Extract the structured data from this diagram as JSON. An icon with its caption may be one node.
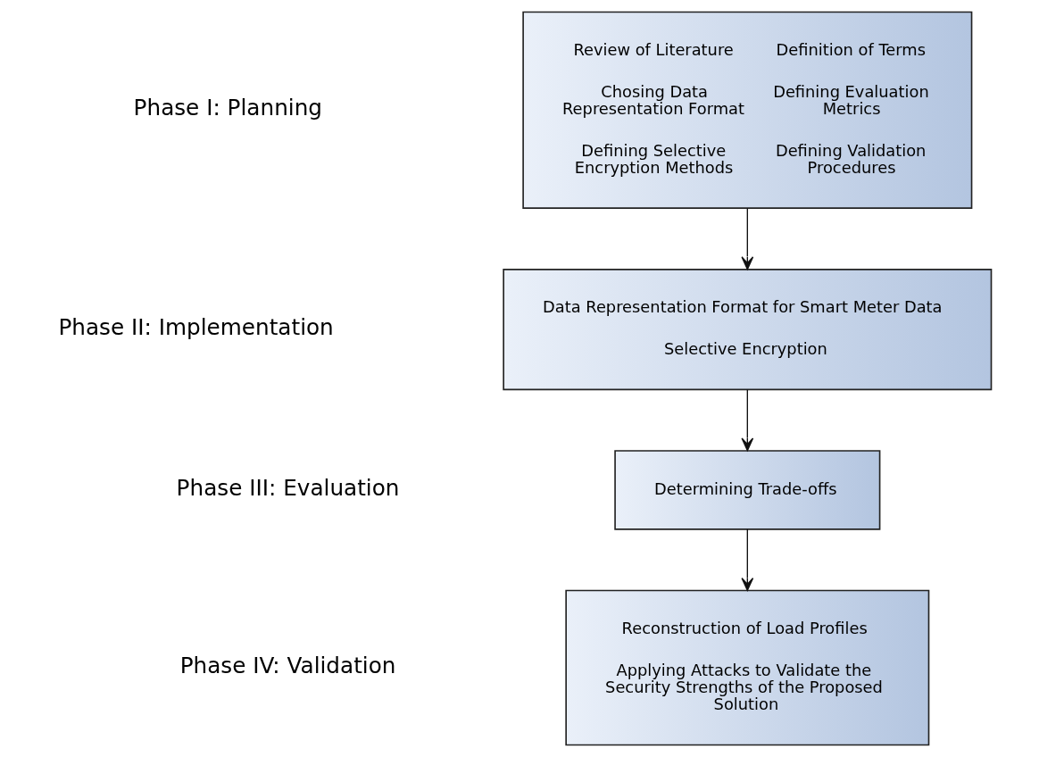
{
  "diagram": {
    "nodes": [
      {
        "text": [
          "Review of Literature",
          "Definition of Terms",
          "Chosing Data Representation Format",
          "Defining Evaluation Metrics",
          "Defining Selective Encryption Methods",
          "Defining Validation Procedures"
        ]
      },
      {
        "text": [
          "Data Representation Format for Smart Meter Data",
          "Selective Encryption"
        ]
      },
      {
        "text": [
          "Determining Trade-offs"
        ]
      },
      {
        "text": [
          "Reconstruction of Load Profiles",
          "Applying Attacks to Validate the Security Strengths of the Proposed Solution"
        ]
      }
    ],
    "labels": [
      "Phase I: Planning",
      "Phase II: Implementation",
      "Phase III: Evaluation",
      "Phase IV: Validation"
    ],
    "edges": [
      {
        "from": 0,
        "to": 1,
        "arrow": "to"
      },
      {
        "from": 1,
        "to": 2,
        "arrow": "to"
      },
      {
        "from": 2,
        "to": 3,
        "arrow": "to"
      }
    ]
  }
}
